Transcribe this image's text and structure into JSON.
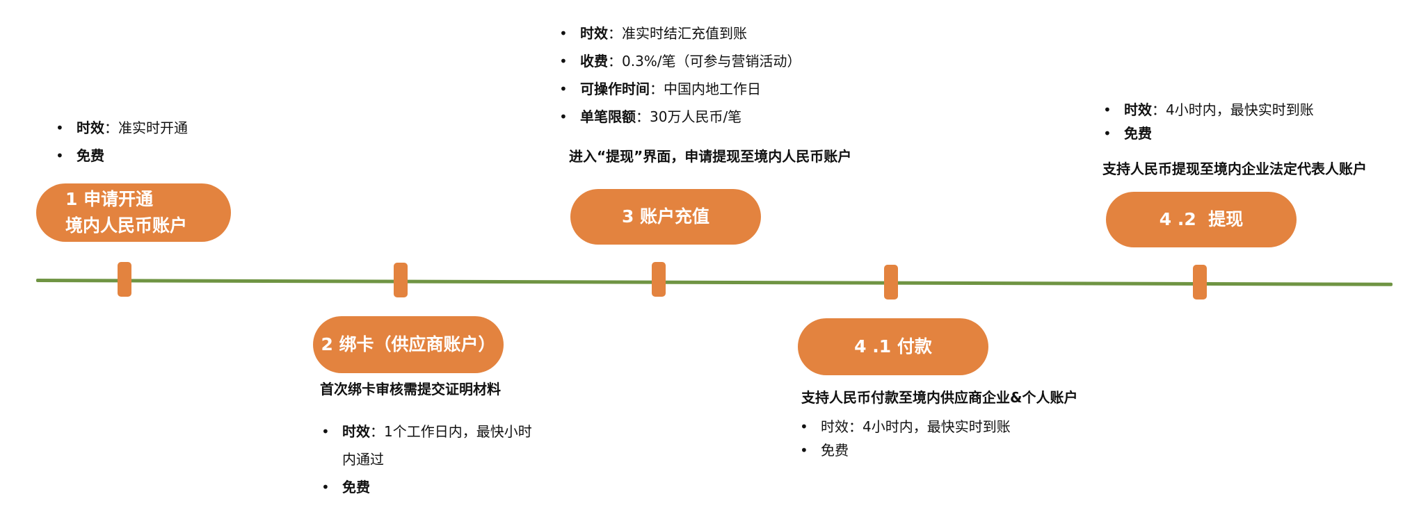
{
  "steps": {
    "s1": {
      "title_line1": "1 申请开通",
      "title_line2": "境内人民币账户",
      "details": [
        {
          "key": "时效",
          "sep": "：",
          "value": "准实时开通"
        },
        {
          "key": "免费",
          "sep": "",
          "value": ""
        }
      ]
    },
    "s2": {
      "title": "2 绑卡（供应商账户）",
      "note": "首次绑卡审核需提交证明材料",
      "details": [
        {
          "key": "时效",
          "sep": "：",
          "value": "1个工作日内，最快小时内通过"
        },
        {
          "key": "免费",
          "sep": "",
          "value": ""
        }
      ]
    },
    "s3": {
      "title": "3 账户充值",
      "note": "进入“提现”界面，申请提现至境内人民币账户",
      "details": [
        {
          "key": "时效",
          "sep": "：",
          "value": "准实时结汇充值到账"
        },
        {
          "key": "收费",
          "sep": "：",
          "value": "0.3%/笔（可参与营销活动）"
        },
        {
          "key": "可操作时间",
          "sep": "：",
          "value": "中国内地工作日"
        },
        {
          "key": "单笔限额",
          "sep": "：",
          "value": "30万人民币/笔"
        }
      ]
    },
    "s41": {
      "title": "4 .1 付款",
      "note": "支持人民币付款至境内供应商企业&个人账户",
      "details": [
        {
          "key": "",
          "sep": "",
          "value": "时效：4小时内，最快实时到账"
        },
        {
          "key": "",
          "sep": "",
          "value": "免费"
        }
      ]
    },
    "s42": {
      "title": "4 .2  提现",
      "note": "支持人民币提现至境内企业法定代表人账户",
      "details": [
        {
          "key": "时效",
          "sep": "：",
          "value": "4小时内，最快实时到账"
        },
        {
          "key": "免费",
          "sep": "",
          "value": ""
        }
      ]
    }
  },
  "colors": {
    "accent": "#e3833f",
    "timeline": "#6f9443",
    "text": "#111111"
  }
}
